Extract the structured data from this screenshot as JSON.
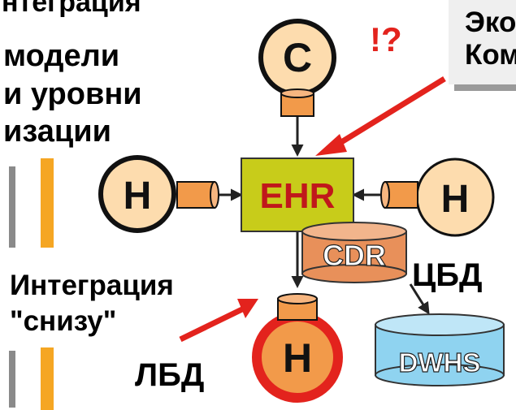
{
  "left_text": {
    "heading": "нтеграция",
    "line1": "модели",
    "line2": "и уровни",
    "line3": "изации",
    "bottom_line1": "Интеграция",
    "bottom_line2": "\"снизу\""
  },
  "callout": {
    "line1": "Эко",
    "line2": "Ком"
  },
  "exclamation": "!?",
  "nodes": {
    "top_c": "C",
    "left_h": "H",
    "right_h": "H",
    "bottom_h": "H",
    "ehr": "EHR",
    "cdr": "CDR",
    "dwhs": "DWHS"
  },
  "labels": {
    "cbd": "ЦБД",
    "lbd": "ЛБД"
  },
  "colors": {
    "orange": "#f5a623",
    "ehr_fill": "#c8cc1a",
    "cdr_fill": "#e8905a",
    "dwhs_fill": "#8fd3f0",
    "node_fill": "#fddcae",
    "red": "#e3231d",
    "gray_bar": "#8a8a8a"
  }
}
